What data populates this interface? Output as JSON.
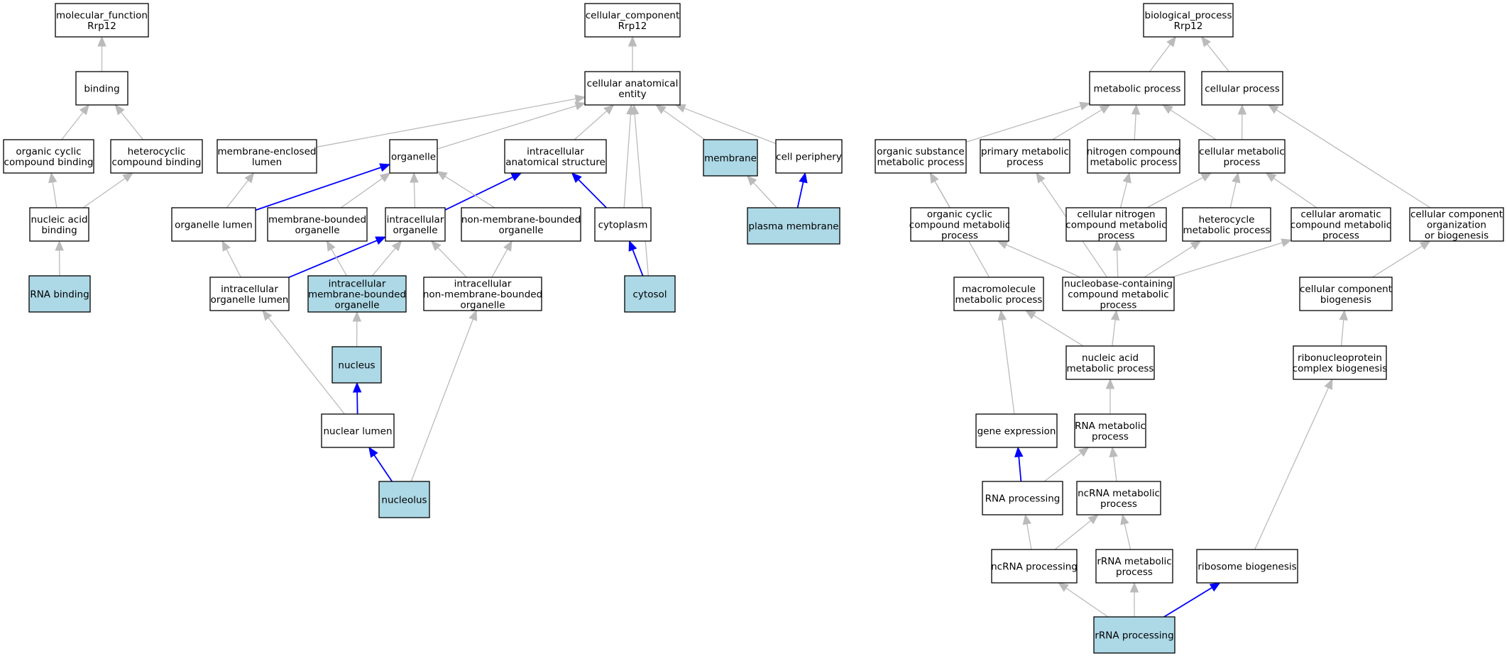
{
  "highlight_fill": "#add8e6",
  "node_fill": "#ffffff",
  "edge_color": "#bbbbbb",
  "highlight_edge_color": "#0000ff",
  "nodes": [
    {
      "id": "mf",
      "lines": [
        "molecular_function",
        "Rrp12"
      ],
      "hl": false
    },
    {
      "id": "binding",
      "lines": [
        "binding"
      ],
      "hl": false
    },
    {
      "id": "ocb",
      "lines": [
        "organic cyclic",
        "compound binding"
      ],
      "hl": false
    },
    {
      "id": "hcb",
      "lines": [
        "heterocyclic",
        "compound binding"
      ],
      "hl": false
    },
    {
      "id": "nab",
      "lines": [
        "nucleic acid",
        "binding"
      ],
      "hl": false
    },
    {
      "id": "rnab",
      "lines": [
        "RNA binding"
      ],
      "hl": true
    },
    {
      "id": "cc",
      "lines": [
        "cellular_component",
        "Rrp12"
      ],
      "hl": false
    },
    {
      "id": "cae",
      "lines": [
        "cellular anatomical",
        "entity"
      ],
      "hl": false
    },
    {
      "id": "mel",
      "lines": [
        "membrane-enclosed",
        "lumen"
      ],
      "hl": false
    },
    {
      "id": "organelle",
      "lines": [
        "organelle"
      ],
      "hl": false
    },
    {
      "id": "ias",
      "lines": [
        "intracellular",
        "anatomical structure"
      ],
      "hl": false
    },
    {
      "id": "membrane",
      "lines": [
        "membrane"
      ],
      "hl": true
    },
    {
      "id": "cellper",
      "lines": [
        "cell periphery"
      ],
      "hl": false
    },
    {
      "id": "orglumen",
      "lines": [
        "organelle lumen"
      ],
      "hl": false
    },
    {
      "id": "mbo",
      "lines": [
        "membrane-bounded",
        "organelle"
      ],
      "hl": false
    },
    {
      "id": "io",
      "lines": [
        "intracellular",
        "organelle"
      ],
      "hl": false
    },
    {
      "id": "nmbo",
      "lines": [
        "non-membrane-bounded",
        "organelle"
      ],
      "hl": false
    },
    {
      "id": "cytoplasm",
      "lines": [
        "cytoplasm"
      ],
      "hl": false
    },
    {
      "id": "plasmamem",
      "lines": [
        "plasma membrane"
      ],
      "hl": true
    },
    {
      "id": "iol",
      "lines": [
        "intracellular",
        "organelle lumen"
      ],
      "hl": false
    },
    {
      "id": "imbo",
      "lines": [
        "intracellular",
        "membrane-bounded",
        "organelle"
      ],
      "hl": true
    },
    {
      "id": "inmbo",
      "lines": [
        "intracellular",
        "non-membrane-bounded",
        "organelle"
      ],
      "hl": false
    },
    {
      "id": "cytosol",
      "lines": [
        "cytosol"
      ],
      "hl": true
    },
    {
      "id": "nucleus",
      "lines": [
        "nucleus"
      ],
      "hl": true
    },
    {
      "id": "nuclumen",
      "lines": [
        "nuclear lumen"
      ],
      "hl": false
    },
    {
      "id": "nucleolus",
      "lines": [
        "nucleolus"
      ],
      "hl": true
    },
    {
      "id": "bp",
      "lines": [
        "biological_process",
        "Rrp12"
      ],
      "hl": false
    },
    {
      "id": "metproc",
      "lines": [
        "metabolic process"
      ],
      "hl": false
    },
    {
      "id": "cellproc",
      "lines": [
        "cellular process"
      ],
      "hl": false
    },
    {
      "id": "osmp",
      "lines": [
        "organic substance",
        "metabolic process"
      ],
      "hl": false
    },
    {
      "id": "pmp",
      "lines": [
        "primary metabolic",
        "process"
      ],
      "hl": false
    },
    {
      "id": "ncmp",
      "lines": [
        "nitrogen compound",
        "metabolic process"
      ],
      "hl": false
    },
    {
      "id": "cmp",
      "lines": [
        "cellular metabolic",
        "process"
      ],
      "hl": false
    },
    {
      "id": "occmp",
      "lines": [
        "organic cyclic",
        "compound metabolic",
        "process"
      ],
      "hl": false
    },
    {
      "id": "cncmp",
      "lines": [
        "cellular nitrogen",
        "compound metabolic",
        "process"
      ],
      "hl": false
    },
    {
      "id": "hmp",
      "lines": [
        "heterocycle",
        "metabolic process"
      ],
      "hl": false
    },
    {
      "id": "cacmp",
      "lines": [
        "cellular aromatic",
        "compound metabolic",
        "process"
      ],
      "hl": false
    },
    {
      "id": "ccob",
      "lines": [
        "cellular component",
        "organization",
        "or biogenesis"
      ],
      "hl": false
    },
    {
      "id": "mmp",
      "lines": [
        "macromolecule",
        "metabolic process"
      ],
      "hl": false
    },
    {
      "id": "nccmp",
      "lines": [
        "nucleobase-containing",
        "compound metabolic",
        "process"
      ],
      "hl": false
    },
    {
      "id": "ccb",
      "lines": [
        "cellular component",
        "biogenesis"
      ],
      "hl": false
    },
    {
      "id": "namp",
      "lines": [
        "nucleic acid",
        "metabolic process"
      ],
      "hl": false
    },
    {
      "id": "rcb",
      "lines": [
        "ribonucleoprotein",
        "complex biogenesis"
      ],
      "hl": false
    },
    {
      "id": "geneexp",
      "lines": [
        "gene expression"
      ],
      "hl": false
    },
    {
      "id": "rnamp",
      "lines": [
        "RNA metabolic",
        "process"
      ],
      "hl": false
    },
    {
      "id": "rnaproc",
      "lines": [
        "RNA processing"
      ],
      "hl": false
    },
    {
      "id": "ncrnamp",
      "lines": [
        "ncRNA metabolic",
        "process"
      ],
      "hl": false
    },
    {
      "id": "ncrnaproc",
      "lines": [
        "ncRNA processing"
      ],
      "hl": false
    },
    {
      "id": "rrnamp",
      "lines": [
        "rRNA metabolic",
        "process"
      ],
      "hl": false
    },
    {
      "id": "ribobio",
      "lines": [
        "ribosome biogenesis"
      ],
      "hl": false
    },
    {
      "id": "rrnaproc",
      "lines": [
        "rRNA processing"
      ],
      "hl": true
    }
  ],
  "edges": [
    {
      "from": "binding",
      "to": "mf",
      "hl": false
    },
    {
      "from": "ocb",
      "to": "binding",
      "hl": false
    },
    {
      "from": "hcb",
      "to": "binding",
      "hl": false
    },
    {
      "from": "nab",
      "to": "ocb",
      "hl": false
    },
    {
      "from": "nab",
      "to": "hcb",
      "hl": false
    },
    {
      "from": "rnab",
      "to": "nab",
      "hl": false
    },
    {
      "from": "cae",
      "to": "cc",
      "hl": false
    },
    {
      "from": "mel",
      "to": "cae",
      "hl": false
    },
    {
      "from": "organelle",
      "to": "cae",
      "hl": false
    },
    {
      "from": "ias",
      "to": "cae",
      "hl": false
    },
    {
      "from": "membrane",
      "to": "cae",
      "hl": false
    },
    {
      "from": "cellper",
      "to": "cae",
      "hl": false
    },
    {
      "from": "cytoplasm",
      "to": "cae",
      "hl": false
    },
    {
      "from": "cytosol",
      "to": "cae",
      "hl": false
    },
    {
      "from": "orglumen",
      "to": "mel",
      "hl": false
    },
    {
      "from": "orglumen",
      "to": "organelle",
      "hl": true
    },
    {
      "from": "mbo",
      "to": "organelle",
      "hl": false
    },
    {
      "from": "io",
      "to": "organelle",
      "hl": false
    },
    {
      "from": "io",
      "to": "ias",
      "hl": true
    },
    {
      "from": "nmbo",
      "to": "organelle",
      "hl": false
    },
    {
      "from": "cytoplasm",
      "to": "ias",
      "hl": true
    },
    {
      "from": "plasmamem",
      "to": "membrane",
      "hl": false
    },
    {
      "from": "plasmamem",
      "to": "cellper",
      "hl": true
    },
    {
      "from": "iol",
      "to": "orglumen",
      "hl": false
    },
    {
      "from": "iol",
      "to": "io",
      "hl": true
    },
    {
      "from": "imbo",
      "to": "mbo",
      "hl": false
    },
    {
      "from": "imbo",
      "to": "io",
      "hl": false
    },
    {
      "from": "inmbo",
      "to": "io",
      "hl": false
    },
    {
      "from": "inmbo",
      "to": "nmbo",
      "hl": false
    },
    {
      "from": "cytosol",
      "to": "cytoplasm",
      "hl": true
    },
    {
      "from": "nucleus",
      "to": "imbo",
      "hl": false
    },
    {
      "from": "nuclumen",
      "to": "iol",
      "hl": false
    },
    {
      "from": "nuclumen",
      "to": "nucleus",
      "hl": true
    },
    {
      "from": "nucleolus",
      "to": "nuclumen",
      "hl": true
    },
    {
      "from": "nucleolus",
      "to": "inmbo",
      "hl": false
    },
    {
      "from": "metproc",
      "to": "bp",
      "hl": false
    },
    {
      "from": "cellproc",
      "to": "bp",
      "hl": false
    },
    {
      "from": "osmp",
      "to": "metproc",
      "hl": false
    },
    {
      "from": "pmp",
      "to": "metproc",
      "hl": false
    },
    {
      "from": "ncmp",
      "to": "metproc",
      "hl": false
    },
    {
      "from": "cmp",
      "to": "metproc",
      "hl": false
    },
    {
      "from": "cmp",
      "to": "cellproc",
      "hl": false
    },
    {
      "from": "ccob",
      "to": "cellproc",
      "hl": false
    },
    {
      "from": "occmp",
      "to": "osmp",
      "hl": false
    },
    {
      "from": "cncmp",
      "to": "ncmp",
      "hl": false
    },
    {
      "from": "cncmp",
      "to": "cmp",
      "hl": false
    },
    {
      "from": "hmp",
      "to": "cmp",
      "hl": false
    },
    {
      "from": "cacmp",
      "to": "cmp",
      "hl": false
    },
    {
      "from": "mmp",
      "to": "osmp",
      "hl": false
    },
    {
      "from": "nccmp",
      "to": "pmp",
      "hl": false
    },
    {
      "from": "nccmp",
      "to": "occmp",
      "hl": false
    },
    {
      "from": "nccmp",
      "to": "cncmp",
      "hl": false
    },
    {
      "from": "nccmp",
      "to": "hmp",
      "hl": false
    },
    {
      "from": "nccmp",
      "to": "cacmp",
      "hl": false
    },
    {
      "from": "ccb",
      "to": "ccob",
      "hl": false
    },
    {
      "from": "namp",
      "to": "mmp",
      "hl": false
    },
    {
      "from": "namp",
      "to": "nccmp",
      "hl": false
    },
    {
      "from": "rcb",
      "to": "ccb",
      "hl": false
    },
    {
      "from": "geneexp",
      "to": "mmp",
      "hl": false
    },
    {
      "from": "rnamp",
      "to": "namp",
      "hl": false
    },
    {
      "from": "rnaproc",
      "to": "geneexp",
      "hl": true
    },
    {
      "from": "rnaproc",
      "to": "rnamp",
      "hl": false
    },
    {
      "from": "ncrnamp",
      "to": "rnamp",
      "hl": false
    },
    {
      "from": "ncrnaproc",
      "to": "rnaproc",
      "hl": false
    },
    {
      "from": "ncrnaproc",
      "to": "ncrnamp",
      "hl": false
    },
    {
      "from": "rrnamp",
      "to": "ncrnamp",
      "hl": false
    },
    {
      "from": "ribobio",
      "to": "rcb",
      "hl": false
    },
    {
      "from": "rrnaproc",
      "to": "ncrnaproc",
      "hl": false
    },
    {
      "from": "rrnaproc",
      "to": "rrnamp",
      "hl": false
    },
    {
      "from": "rrnaproc",
      "to": "ribobio",
      "hl": true
    }
  ]
}
